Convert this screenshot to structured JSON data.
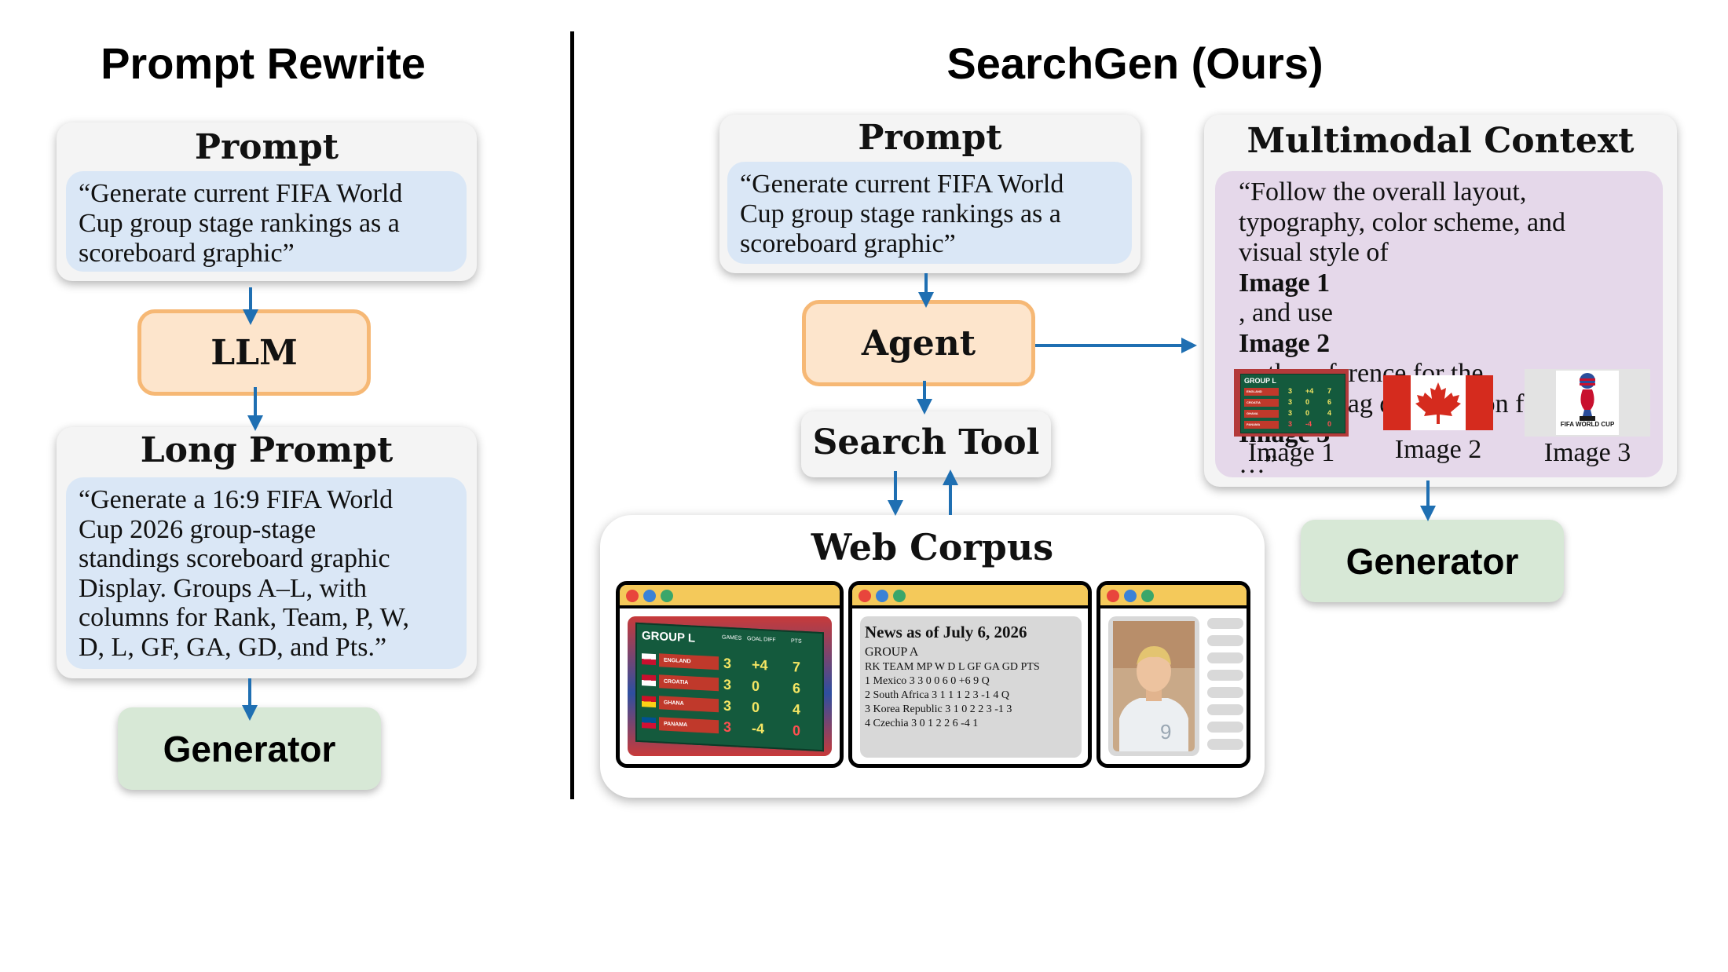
{
  "left": {
    "heading": "Prompt Rewrite",
    "prompt_title": "Prompt",
    "prompt_lines": [
      "“Generate current FIFA World",
      "Cup group stage rankings as a",
      "scoreboard graphic”"
    ],
    "llm_label": "LLM",
    "long_prompt_title": "Long Prompt",
    "long_prompt_lines": [
      "“Generate a 16:9 FIFA World",
      "Cup 2026 group-stage",
      "standings scoreboard graphic",
      "Display. Groups A–L, with",
      "columns for Rank, Team, P, W,",
      "D, L, GF, GA, GD, and Pts.”"
    ],
    "generator_label": "Generator"
  },
  "right": {
    "heading": "SearchGen (Ours)",
    "prompt_title": "Prompt",
    "prompt_lines": [
      "“Generate current FIFA World",
      "Cup group stage rankings as a",
      "scoreboard graphic”"
    ],
    "agent_label": "Agent",
    "search_tool_label": "Search Tool",
    "web_corpus_title": "Web Corpus",
    "context_title": "Multimodal Context",
    "context_lines": [
      [
        "“Follow the overall layout,"
      ],
      [
        "typography, color scheme, and"
      ],
      [
        "visual style of ",
        "Image 1",
        ", and use"
      ],
      [
        "",
        "Image 2",
        " as the reference for the"
      ],
      [
        "national flag design, icon from"
      ],
      [
        "",
        "Image 3",
        "…”"
      ]
    ],
    "image_labels": [
      "Image 1",
      "Image 2",
      "Image 3"
    ],
    "generator_label": "Generator",
    "thumb3_logo_text": "FIFA WORLD CUP"
  },
  "scoreboard": {
    "group_label": "GROUP L",
    "headers": [
      "GAMES",
      "GOAL DIFF",
      "PTS"
    ],
    "rows": [
      {
        "team": "ENGLAND",
        "games": "3",
        "gd": "+4",
        "pts": "7"
      },
      {
        "team": "CROATIA",
        "games": "3",
        "gd": "0",
        "pts": "6"
      },
      {
        "team": "GHANA",
        "games": "3",
        "gd": "0",
        "pts": "4"
      },
      {
        "team": "PANAMA",
        "games": "3",
        "gd": "-4",
        "pts": "0"
      }
    ]
  },
  "news": {
    "headline": "News as of July 6, 2026",
    "group": "GROUP A",
    "header_row": "RK TEAM MP W D L GF GA GD PTS",
    "rows": [
      "1 Mexico 3 3 0 0 6 0 +6 9 Q",
      "2 South Africa 3 1 1 1 2 3 -1 4 Q",
      "3 Korea Republic 3 1 0 2 2 3 -1 3",
      "4 Czechia 3 0 1 2 2 6 -4 1"
    ]
  },
  "player_jersey_number": "9",
  "colors": {
    "arrow": "#1f6fb2",
    "bubble_blue": "#dae7f6",
    "context_purple": "#e5d8ea",
    "llm_fill": "#fde5cc",
    "llm_border": "#f6b875",
    "generator_green": "#d7e8d6",
    "browser_bar": "#f4c95a",
    "flag_red": "#d52b1e"
  }
}
